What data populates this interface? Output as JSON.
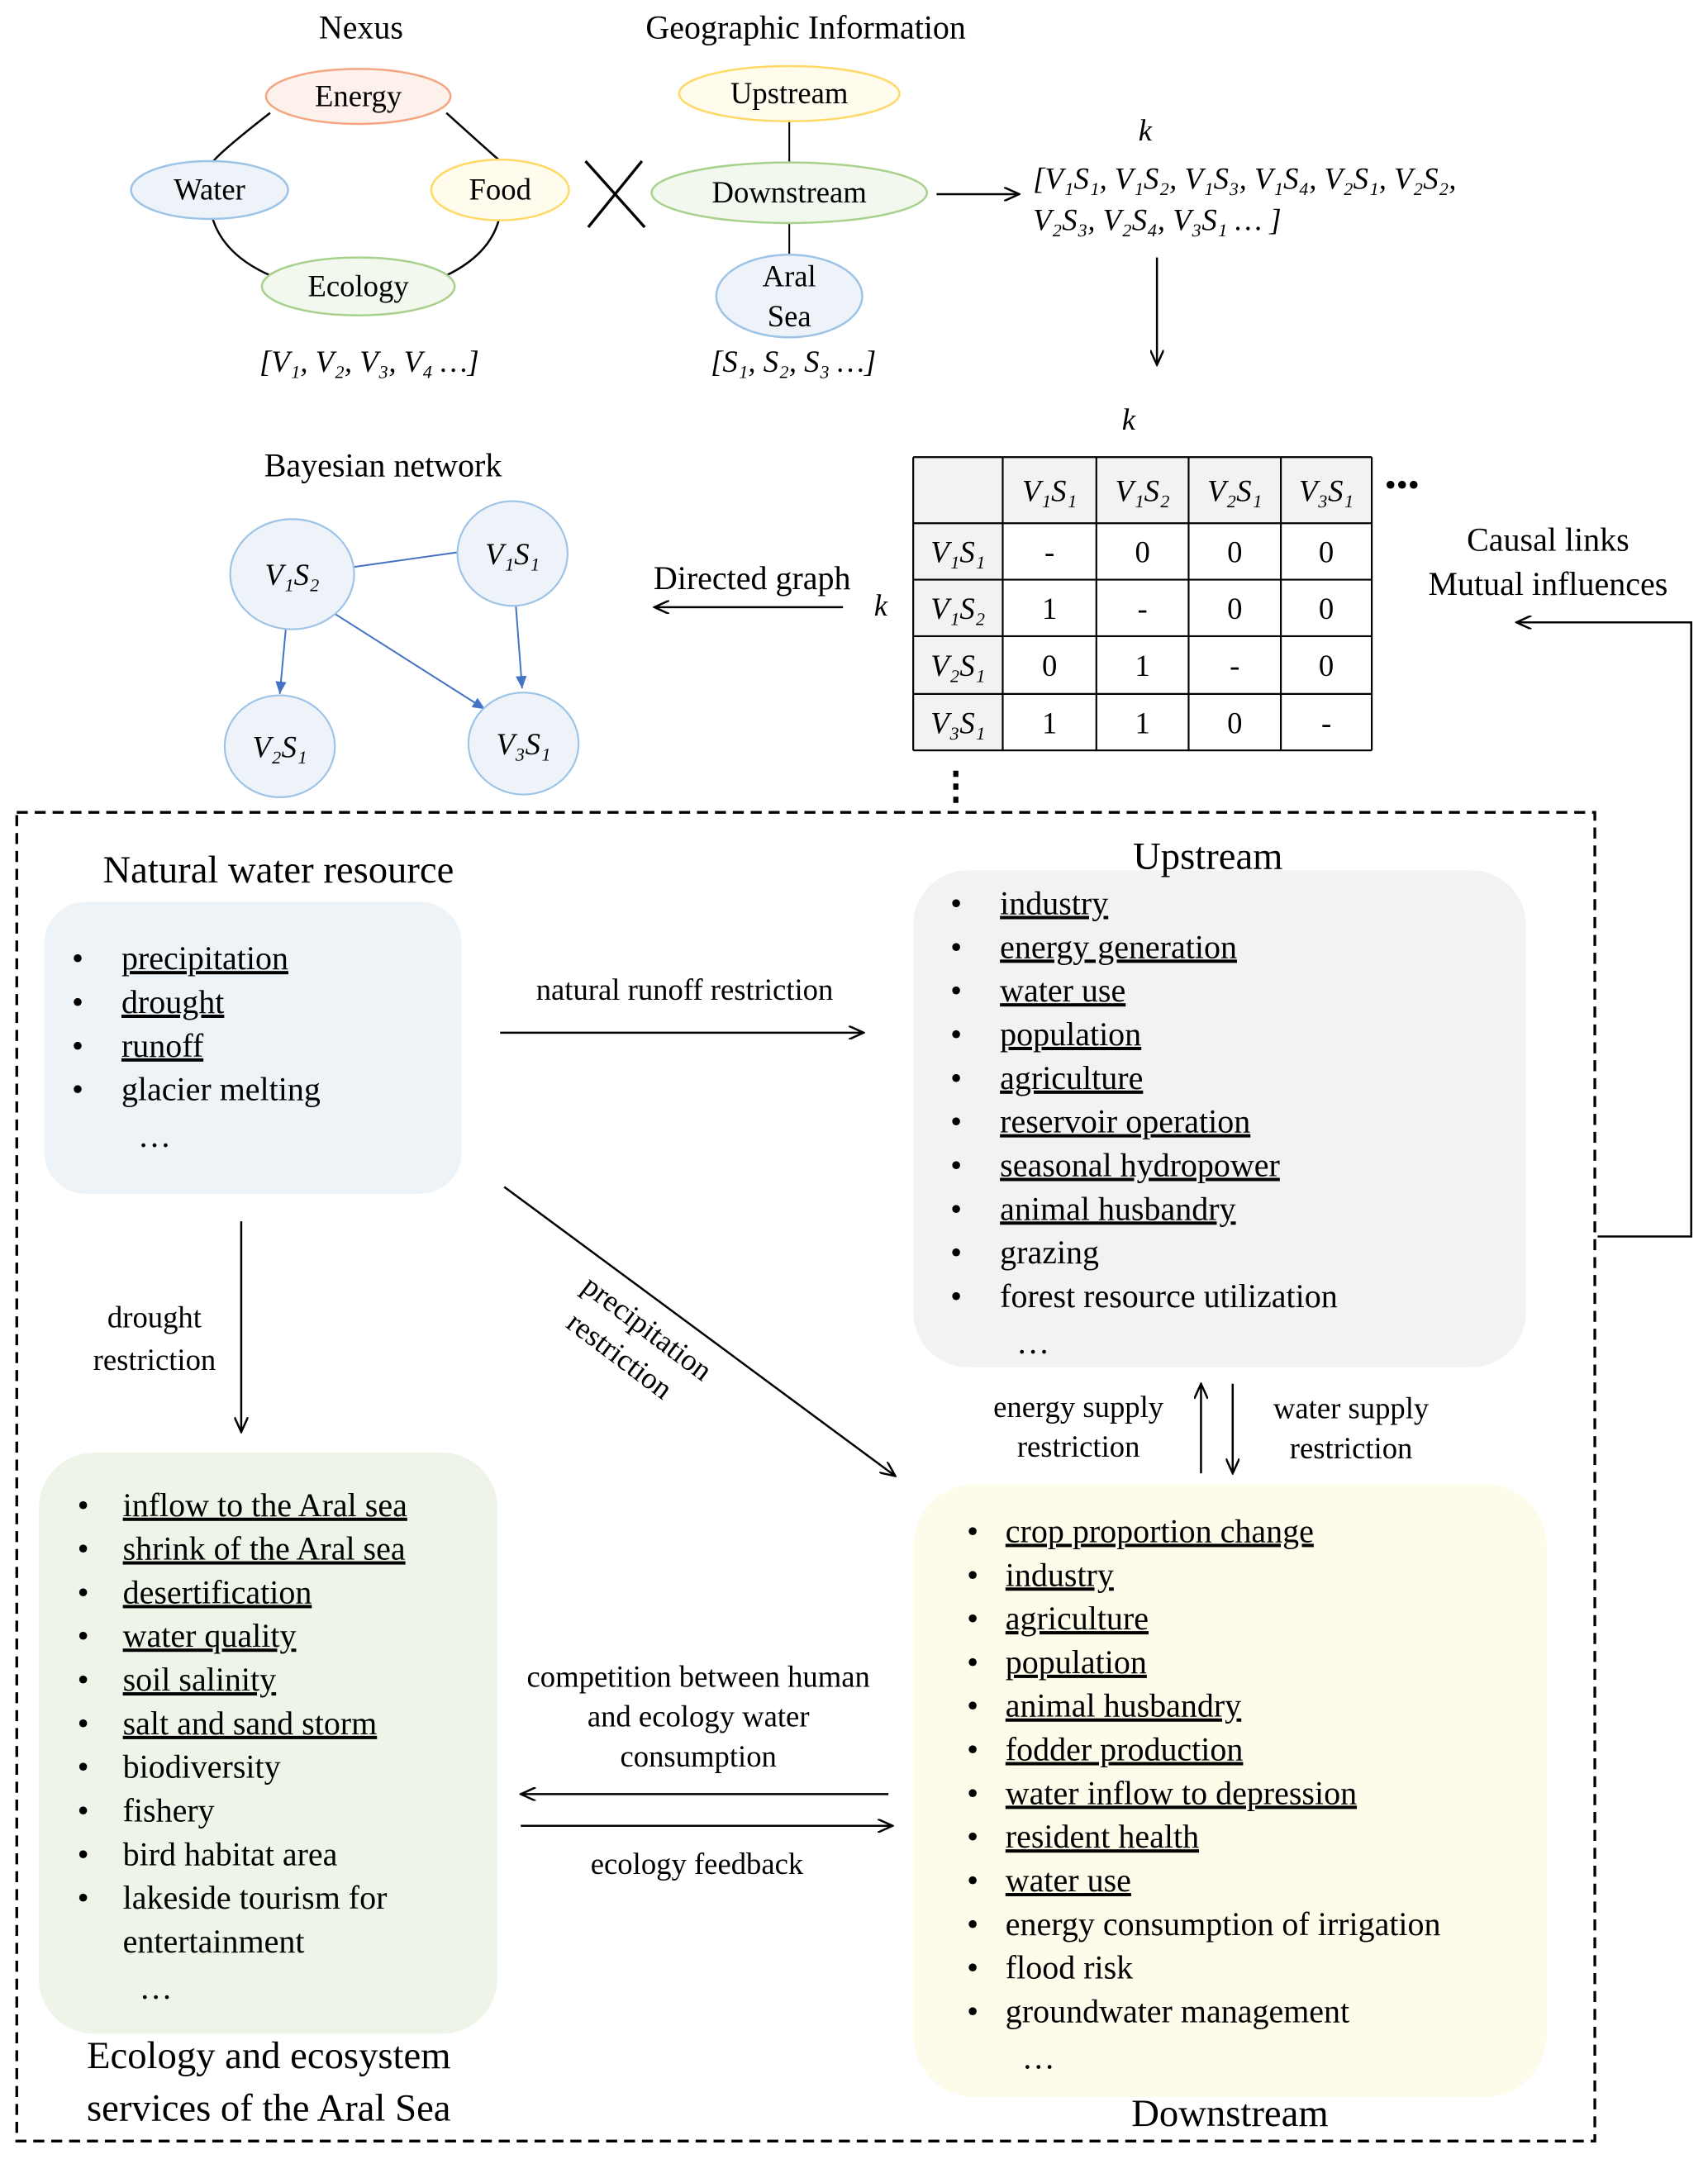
{
  "nexus": {
    "title": "Nexus",
    "nodes": {
      "energy": "Energy",
      "water": "Water",
      "food": "Food",
      "ecology": "Ecology"
    },
    "vector": "[V₁, V₂, V₃, V₄ …]",
    "colors": {
      "energy": "#f4a582",
      "water": "#9dc3e6",
      "food": "#ffd966",
      "ecology": "#a9d18e"
    }
  },
  "cross_symbol": "×",
  "geo": {
    "title": "Geographic Information",
    "nodes": {
      "upstream": "Upstream",
      "downstream": "Downstream",
      "aral_line1": "Aral",
      "aral_line2": "Sea"
    },
    "vector": "[S₁, S₂, S₃ …]"
  },
  "combined": {
    "k_label": "k⃗",
    "line1": "[V₁S₁, V₁S₂, V₁S₃, V₁S₄, V₂S₁, V₂S₂,",
    "line2": "V₂S₃, V₂S₄, V₃S₁ … ]"
  },
  "matrix": {
    "k_top": "k⃗",
    "k_left": "k⃗",
    "columns": [
      "V₁S₁",
      "V₁S₂",
      "V₂S₁",
      "V₃S₁"
    ],
    "rows": [
      {
        "label": "V₁S₁",
        "values": [
          "-",
          "0",
          "0",
          "0"
        ]
      },
      {
        "label": "V₁S₂",
        "values": [
          "1",
          "-",
          "0",
          "0"
        ]
      },
      {
        "label": "V₂S₁",
        "values": [
          "0",
          "1",
          "-",
          "0"
        ]
      },
      {
        "label": "V₃S₁",
        "values": [
          "1",
          "1",
          "0",
          "-"
        ]
      }
    ],
    "more_cols": "•••",
    "more_rows": "⋮"
  },
  "causal": {
    "line1": "Causal links",
    "line2": "Mutual influences"
  },
  "directed_graph_label": "Directed graph",
  "bayes": {
    "title": "Bayesian network",
    "nodes": {
      "v1s2": "V₁S₂",
      "v1s1": "V₁S₁",
      "v2s1": "V₂S₁",
      "v3s1": "V₃S₁"
    },
    "edge_color": "#4472c4"
  },
  "natural": {
    "title": "Natural water resource",
    "items": [
      {
        "text": "precipitation",
        "underlined": true
      },
      {
        "text": "drought",
        "underlined": true
      },
      {
        "text": "runoff",
        "underlined": true
      },
      {
        "text": "glacier melting",
        "underlined": false
      }
    ],
    "ellipsis": "…",
    "color": "#eef3f8"
  },
  "upstream": {
    "title": "Upstream",
    "items": [
      {
        "text": "industry",
        "underlined": true
      },
      {
        "text": "energy generation",
        "underlined": true
      },
      {
        "text": "water use",
        "underlined": true
      },
      {
        "text": "population",
        "underlined": true
      },
      {
        "text": "agriculture",
        "underlined": true
      },
      {
        "text": "reservoir operation",
        "underlined": true
      },
      {
        "text": "seasonal hydropower",
        "underlined": true
      },
      {
        "text": "animal husbandry",
        "underlined": true
      },
      {
        "text": "grazing",
        "underlined": false
      },
      {
        "text": "forest resource utilization",
        "underlined": false
      }
    ],
    "ellipsis": "…",
    "color": "#f2f2f2"
  },
  "ecology": {
    "title_line1": "Ecology and ecosystem",
    "title_line2": "services of the Aral Sea",
    "items": [
      {
        "text": "inflow to the Aral sea",
        "underlined": true
      },
      {
        "text": "shrink of the Aral sea",
        "underlined": true
      },
      {
        "text": "desertification",
        "underlined": true
      },
      {
        "text": "water quality",
        "underlined": true
      },
      {
        "text": "soil salinity",
        "underlined": true
      },
      {
        "text": "salt and sand storm",
        "underlined": true
      },
      {
        "text": "biodiversity",
        "underlined": false
      },
      {
        "text": "fishery",
        "underlined": false
      },
      {
        "text": "bird habitat area",
        "underlined": false
      },
      {
        "text": "lakeside tourism for",
        "underlined": false,
        "continuation": "entertainment"
      }
    ],
    "ellipsis": "…",
    "color": "#eef5e8"
  },
  "downstream": {
    "title": "Downstream",
    "items": [
      {
        "text": "crop proportion change",
        "underlined": true
      },
      {
        "text": "industry",
        "underlined": true
      },
      {
        "text": "agriculture",
        "underlined": true
      },
      {
        "text": "population",
        "underlined": true
      },
      {
        "text": "animal husbandry",
        "underlined": true
      },
      {
        "text": "fodder production",
        "underlined": true
      },
      {
        "text": "water inflow to depression",
        "underlined": true
      },
      {
        "text": "resident health",
        "underlined": true
      },
      {
        "text": "water use",
        "underlined": true
      },
      {
        "text": "energy consumption of irrigation",
        "underlined": false
      },
      {
        "text": "flood risk",
        "underlined": false
      },
      {
        "text": "groundwater management",
        "underlined": false
      }
    ],
    "ellipsis": "…",
    "color": "#fdfbea"
  },
  "links": {
    "natural_runoff": "natural runoff restriction",
    "drought_1": "drought",
    "drought_2": "restriction",
    "precip_1": "precipitation",
    "precip_2": "restriction",
    "energy_supply_1": "energy supply",
    "energy_supply_2": "restriction",
    "water_supply_1": "water supply",
    "water_supply_2": "restriction",
    "competition_1": "competition between human",
    "competition_2": "and ecology water",
    "competition_3": "consumption",
    "ecology_feedback": "ecology feedback"
  }
}
